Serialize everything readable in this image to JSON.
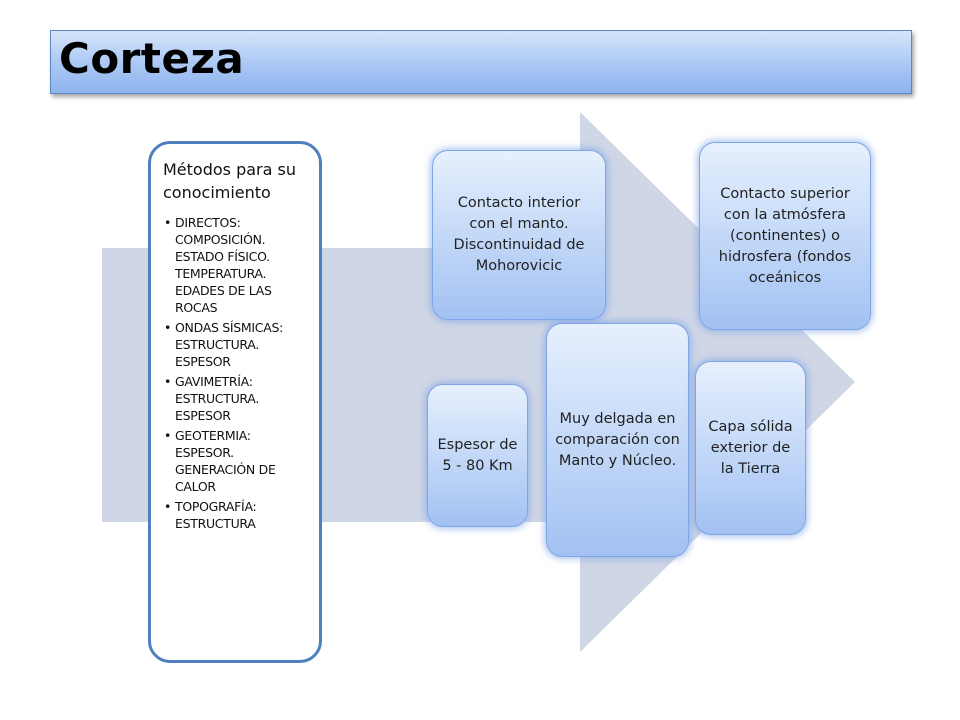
{
  "title": "Corteza",
  "methods": {
    "title": "Métodos para su conocimiento",
    "items": [
      "DIRECTOS: COMPOSICIÓN. ESTADO FÍSICO. TEMPERATURA. EDADES DE LAS ROCAS",
      "ONDAS SÍSMICAS: ESTRUCTURA. ESPESOR",
      "GAVIMETRÍA: ESTRUCTURA. ESPESOR",
      "GEOTERMIA: ESPESOR. GENERACIÓN DE CALOR",
      "TOPOGRAFÍA: ESTRUCTURA"
    ],
    "bullet": "•"
  },
  "boxes": {
    "contacto_interior": "Contacto interior con el manto. Discontinuidad de Mohorovicic",
    "contacto_superior": "Contacto superior con la atmósfera (continentes) o hidrosfera (fondos oceánicos",
    "espesor": "Espesor de 5 - 80 Km",
    "delgada": "Muy delgada en comparación con Manto y Núcleo.",
    "capa_solida": "Capa sólida exterior de la Tierra"
  },
  "colors": {
    "arrow": "#cfd6e6",
    "accent_border": "#4f80bd",
    "box_top": "#e7f0fd",
    "box_bottom": "#a2c1f2"
  }
}
